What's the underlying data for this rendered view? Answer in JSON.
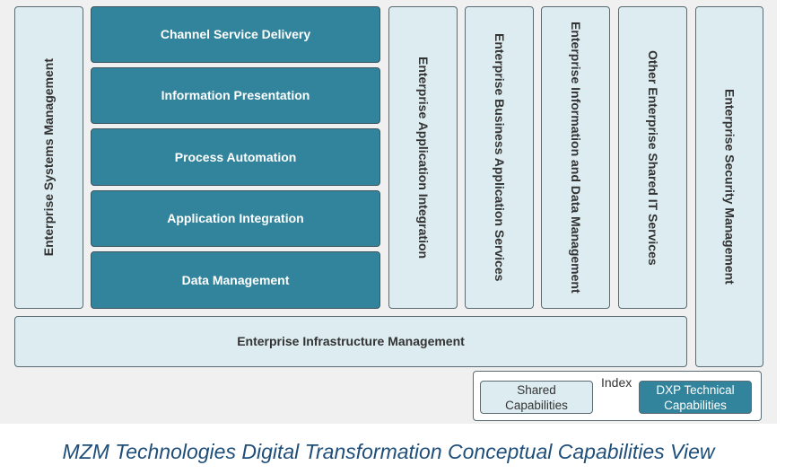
{
  "left_column": "Enterprise Systems Management",
  "dxp_stack": [
    "Channel Service Delivery",
    "Information Presentation",
    "Process Automation",
    "Application Integration",
    "Data Management"
  ],
  "vertical_columns": [
    "Enterprise Application Integration",
    "Enterprise Business Application Services",
    "Enterprise Information and Data Management",
    "Other Enterprise Shared IT Services"
  ],
  "right_column": "Enterprise Security Management",
  "bottom_bar": "Enterprise Infrastructure Management",
  "index": {
    "title": "Index",
    "shared": "Shared Capabilities",
    "dxp": "DXP Technical Capabilities"
  },
  "colors": {
    "shared_fill": "#dcecf1",
    "dxp_fill": "#31849b",
    "caption": "#1f4e79"
  },
  "caption": "MZM Technologies Digital Transformation Conceptual Capabilities View"
}
